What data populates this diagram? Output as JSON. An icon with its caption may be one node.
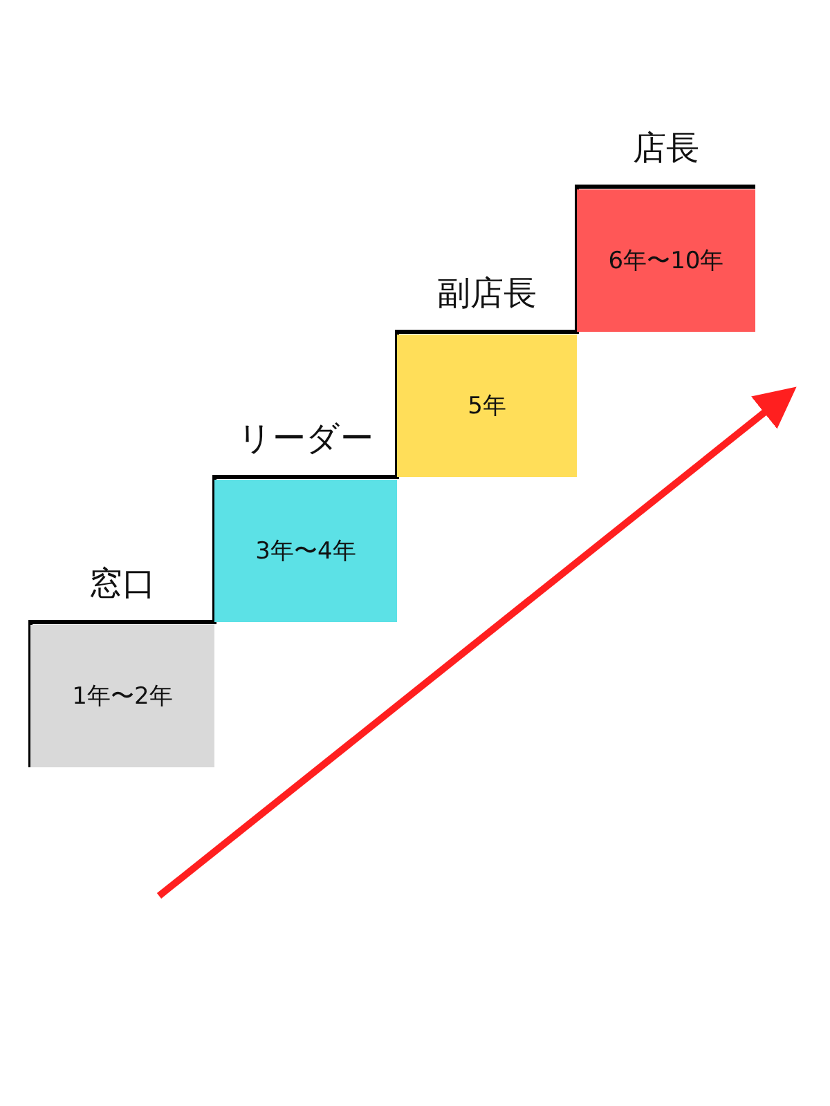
{
  "diagram": {
    "nodes": [
      {
        "text": [
          "窓口",
          "1年〜2年"
        ]
      },
      {
        "text": [
          "リーダー",
          "3年〜4年"
        ]
      },
      {
        "text": [
          "副店長",
          "5年"
        ]
      },
      {
        "text": [
          "店長",
          "6年〜10年"
        ]
      }
    ]
  }
}
